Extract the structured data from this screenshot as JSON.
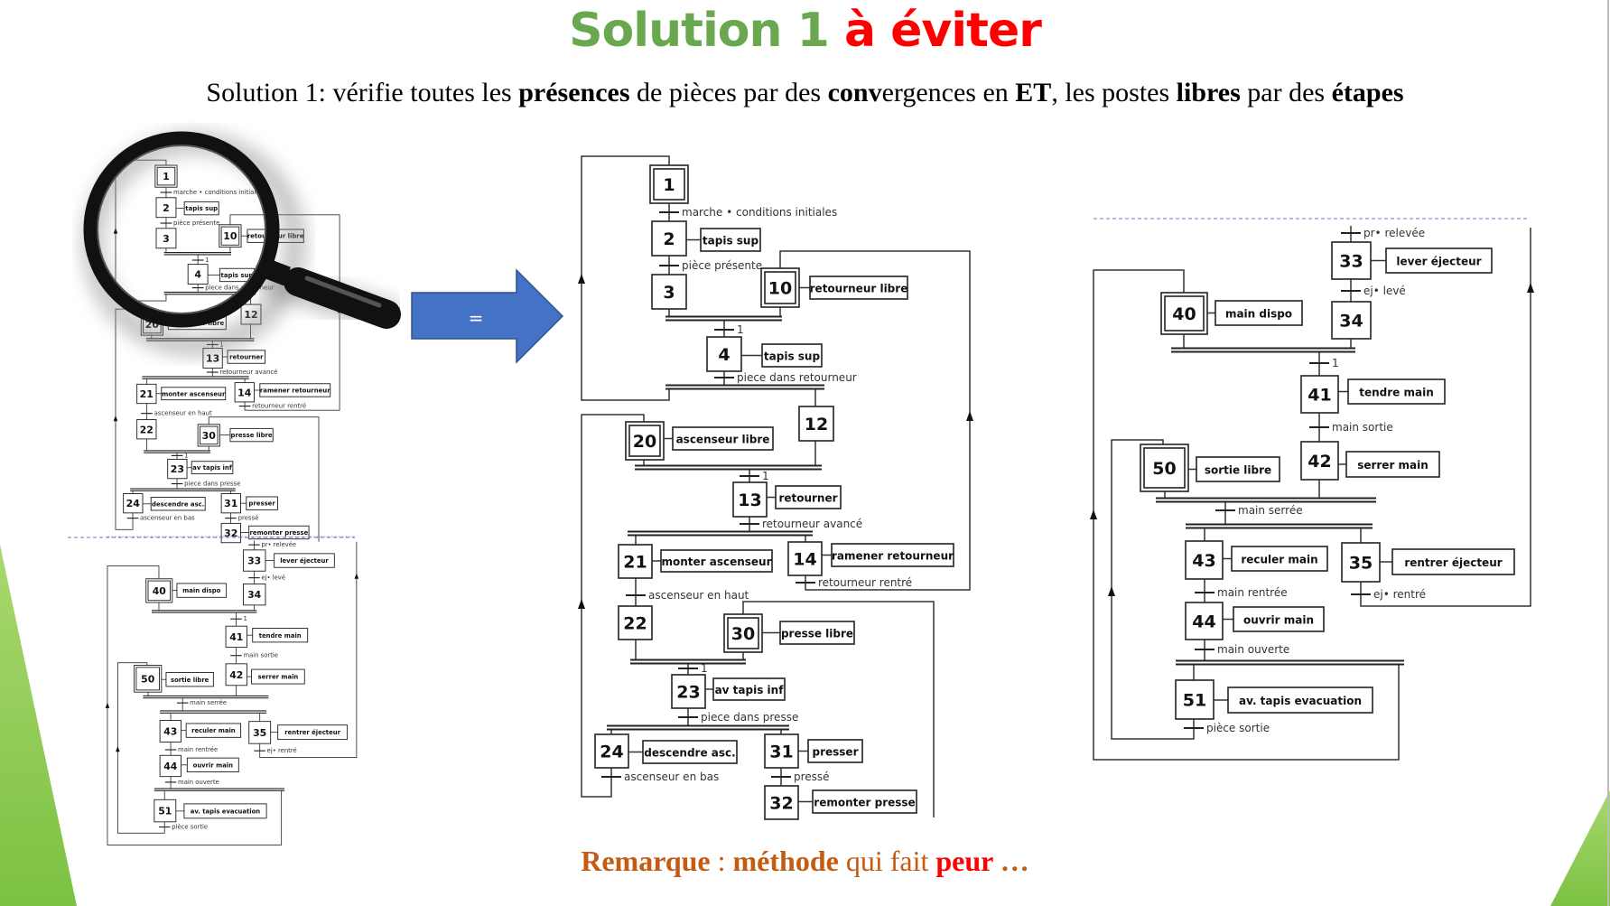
{
  "title": {
    "part1": "Solution 1",
    "part2": "à éviter",
    "color1": "#6aa84f",
    "color2": "#ff0000"
  },
  "subtitle": {
    "t1": "Solution 1: vérifie toutes les ",
    "b1": "présences",
    "t2": " de pièces par des ",
    "b2": "conv",
    "t3": "ergences en ",
    "b3": "ET",
    "t4": ", les postes ",
    "b4": "libres",
    "t5": " par des ",
    "b5": "étapes"
  },
  "arrow": {
    "label": "=",
    "color": "#4472c4"
  },
  "remark": {
    "b1": "Remarque",
    "t1": " : ",
    "b2": "méthode",
    "t2": " qui fait ",
    "b3": "peur",
    "t3": " …",
    "color": "#c55a11",
    "accent": "#ff0000"
  },
  "grafcet": {
    "steps": [
      {
        "n": "1",
        "initial": true
      },
      {
        "n": "2",
        "action": "tapis sup"
      },
      {
        "n": "3"
      },
      {
        "n": "10",
        "initial": true,
        "action": "retourneur libre"
      },
      {
        "n": "4",
        "action": "tapis sup"
      },
      {
        "n": "12"
      },
      {
        "n": "20",
        "initial": true,
        "action": "ascenseur libre"
      },
      {
        "n": "13",
        "action": "retourner"
      },
      {
        "n": "21",
        "action": "monter ascenseur"
      },
      {
        "n": "14",
        "action": "ramener retourneur"
      },
      {
        "n": "22"
      },
      {
        "n": "30",
        "initial": true,
        "action": "presse libre"
      },
      {
        "n": "23",
        "action": "av tapis inf"
      },
      {
        "n": "24",
        "action": "descendre asc."
      },
      {
        "n": "31",
        "action": "presser"
      },
      {
        "n": "32",
        "action": "remonter presse"
      },
      {
        "n": "33",
        "action": "lever éjecteur"
      },
      {
        "n": "34"
      },
      {
        "n": "40",
        "initial": true,
        "action": "main dispo"
      },
      {
        "n": "41",
        "action": "tendre main"
      },
      {
        "n": "42",
        "action": "serrer main"
      },
      {
        "n": "50",
        "initial": true,
        "action": "sortie libre"
      },
      {
        "n": "43",
        "action": "reculer main"
      },
      {
        "n": "35",
        "action": "rentrer éjecteur"
      },
      {
        "n": "44",
        "action": "ouvrir main"
      },
      {
        "n": "51",
        "action": "av. tapis evacuation"
      }
    ],
    "transitions": [
      "marche • conditions initiales",
      "pièce présente",
      "1",
      "piece dans retourneur",
      "1",
      "retourneur avancé",
      "ascenseur en haut",
      "retourneur rentré",
      "1",
      "piece dans presse",
      "ascenseur en bas",
      "pressé",
      "pr• relevée",
      "ej• levé",
      "1",
      "main sortie",
      "main serrée",
      "main rentrée",
      "ej• rentré",
      "main ouverte",
      "pièce sortie"
    ]
  }
}
